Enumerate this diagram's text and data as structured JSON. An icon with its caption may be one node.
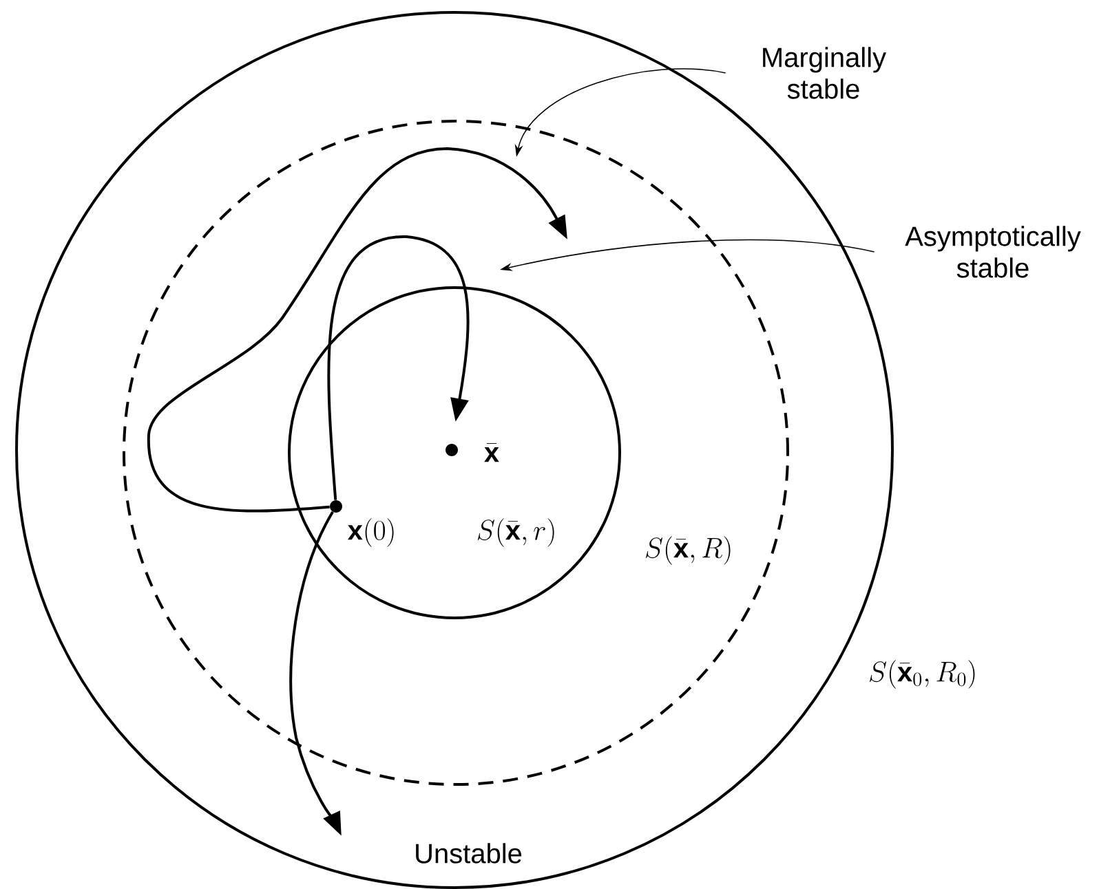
{
  "diagram": {
    "nodes": [
      {
        "text": [
          "S(\\bar{\\mathbf{x}}_0,R_0)"
        ]
      },
      {
        "text": [
          "S(\\bar{\\mathbf{x}},R)"
        ],
        "in": 0
      },
      {
        "text": [
          "S(\\bar{\\mathbf{x}},r)"
        ],
        "in": 1
      },
      {
        "text": [],
        "shape": "circle",
        "in": 2,
        "beside": [
          "\\bar{\\mathbf{x}}"
        ]
      },
      {
        "text": [],
        "shape": "circle",
        "in": 2,
        "beside": [
          "\\mathbf{x}(0)"
        ]
      },
      {
        "text": [
          "Marginally stable"
        ]
      },
      {
        "text": [
          "Asymptotically stable"
        ]
      },
      {
        "text": [
          "Unstable"
        ],
        "in": 0
      }
    ],
    "edges": [
      {
        "from": 4,
        "to": null,
        "arrow": "to"
      },
      {
        "from": 4,
        "to": 3,
        "arrow": "to"
      },
      {
        "from": 4,
        "to": 7,
        "arrow": "to"
      },
      {
        "from": 5,
        "to": null,
        "arrow": "to"
      },
      {
        "from": 6,
        "to": null,
        "arrow": "to"
      }
    ]
  }
}
